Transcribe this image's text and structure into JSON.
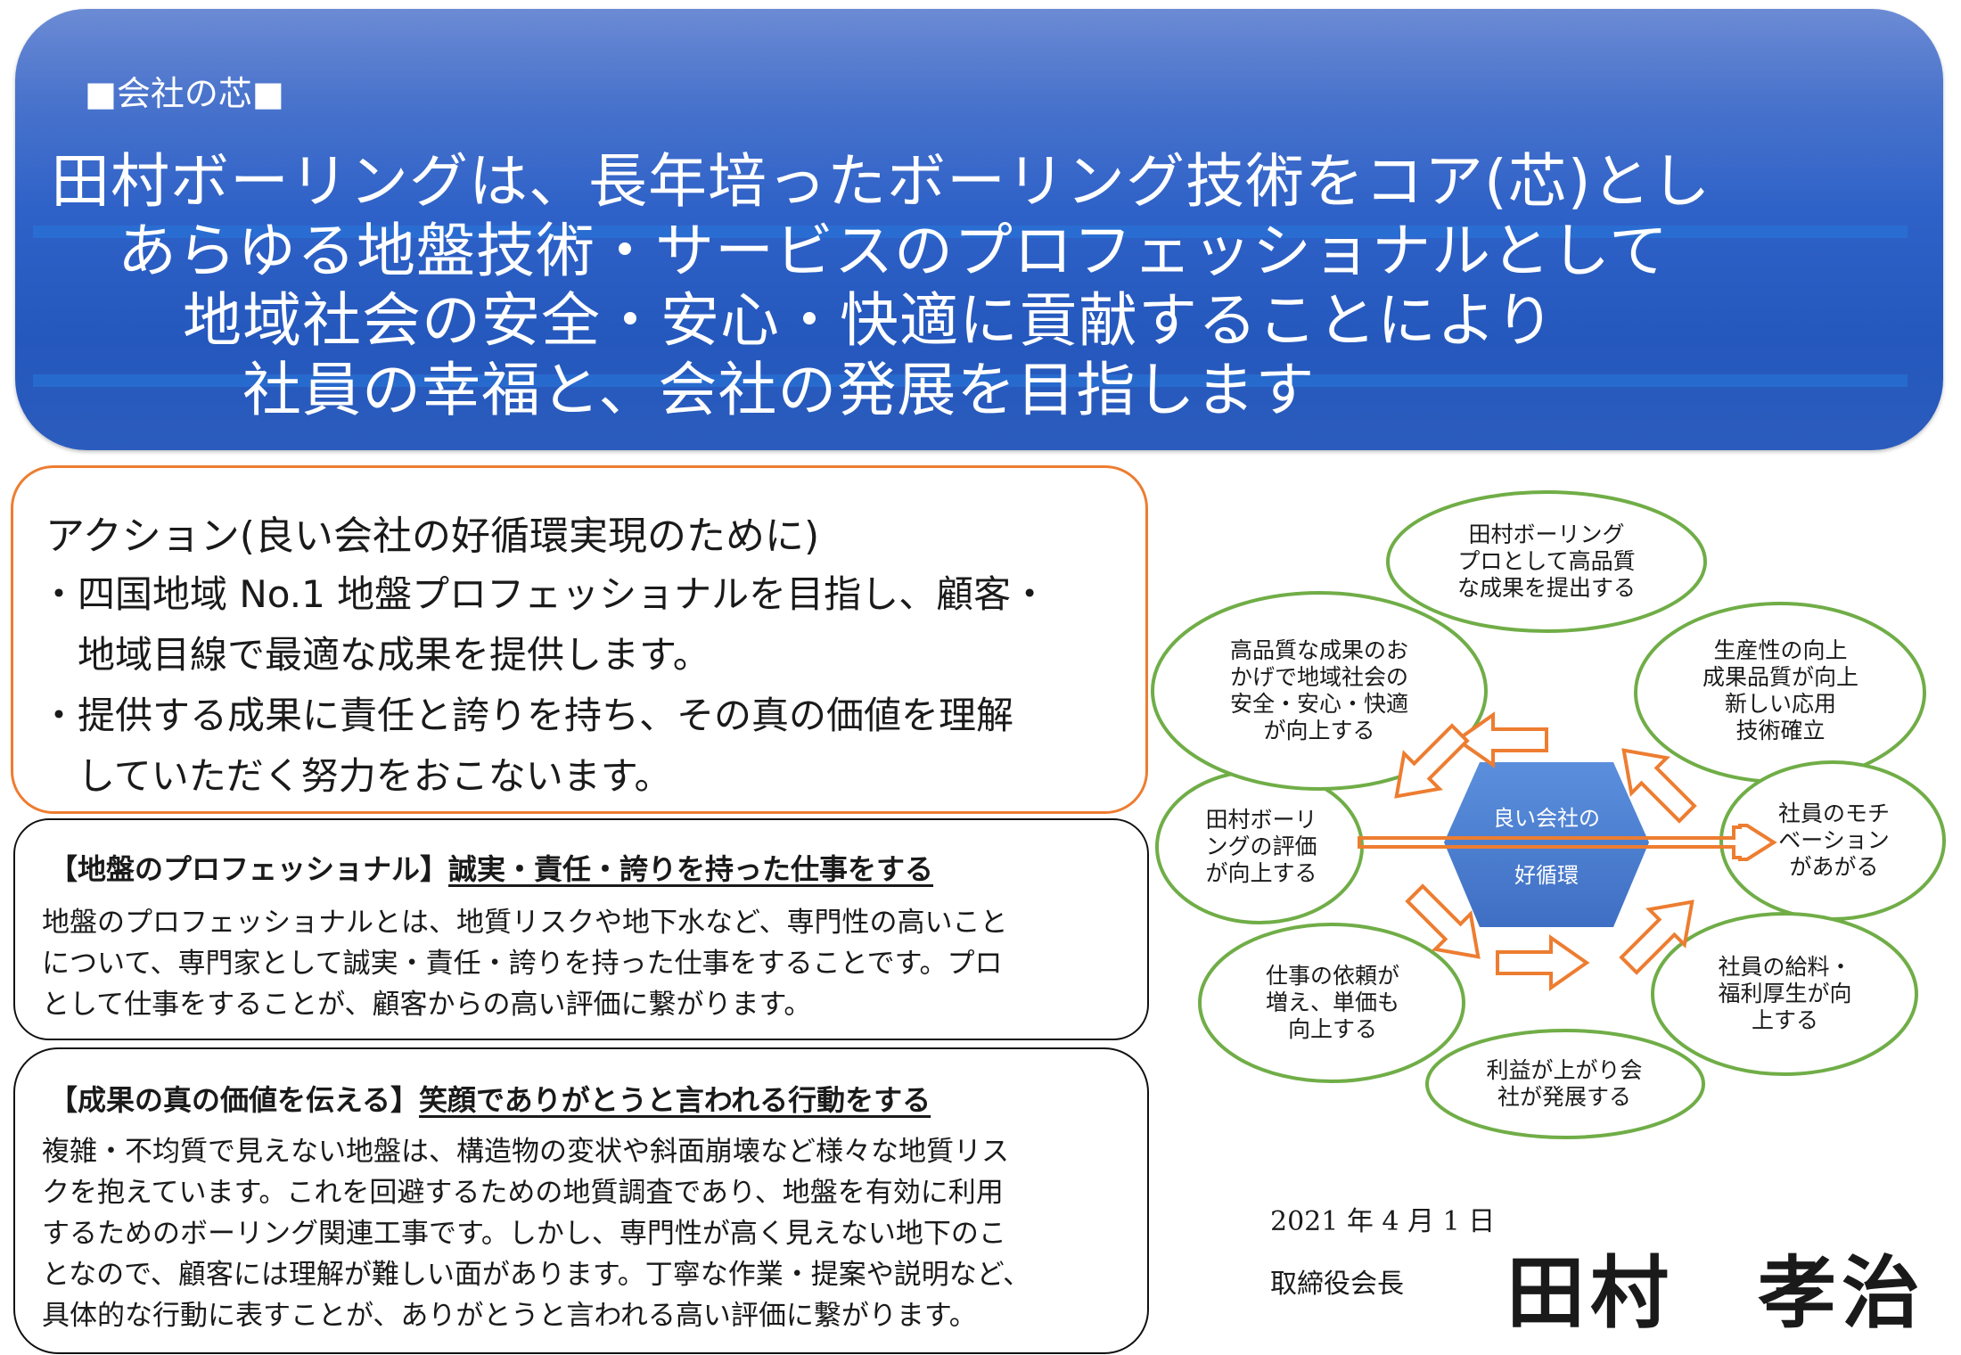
{
  "banner": {
    "label": "■会社の芯■",
    "lines": [
      "田村ボーリングは、長年培ったボーリング技術をコア(芯)とし",
      "あらゆる地盤技術・サービスのプロフェッショナルとして",
      "地域社会の安全・安心・快適に貢献することにより",
      "社員の幸福と、会社の発展を目指します"
    ]
  },
  "action": {
    "title": "アクション(良い会社の好循環実現のために)",
    "items": [
      "・四国地域 No.1 地盤プロフェッショナルを目指し、顧客・",
      "　地域目線で最適な成果を提供します。",
      "・提供する成果に責任と誇りを持ち、その真の価値を理解",
      "　していただく努力をおこないます。"
    ]
  },
  "professional": {
    "heading_prefix": "【地盤のプロフェッショナル】",
    "heading_underlined": "誠実・責任・誇りを持った仕事をする",
    "lines": [
      "地盤のプロフェッショナルとは、地質リスクや地下水など、専門性の高いこと",
      "について、専門家として誠実・責任・誇りを持った仕事をすることです。プロ",
      "として仕事をすることが、顧客からの高い評価に繋がります。"
    ]
  },
  "value": {
    "heading_prefix": "【成果の真の価値を伝える】",
    "heading_underlined": "笑顔でありがとうと言われる行動をする",
    "lines": [
      "複雑・不均質で見えない地盤は、構造物の変状や斜面崩壊など様々な地質リス",
      "クを抱えています。これを回避するための地質調査であり、地盤を有効に利用",
      "するためのボーリング関連工事です。しかし、専門性が高く見えない地下のこ",
      "となので、顧客には理解が難しい面があります。丁寧な作業・提案や説明など、",
      "具体的な行動に表すことが、ありがとうと言われる高い評価に繋がります。"
    ]
  },
  "cycle": {
    "center": [
      "良い会社の",
      "好循環"
    ],
    "nodes": [
      {
        "id": "top",
        "lines": [
          "田村ボーリング",
          "プロとして高品質",
          "な成果を提出する"
        ]
      },
      {
        "id": "upper-right",
        "lines": [
          "生産性の向上",
          "成果品質が向上",
          "新しい応用",
          "技術確立"
        ]
      },
      {
        "id": "right",
        "lines": [
          "社員のモチ",
          "ベーション",
          "があがる"
        ]
      },
      {
        "id": "lower-right",
        "lines": [
          "社員の給料・",
          "福利厚生が向",
          "上する"
        ]
      },
      {
        "id": "bottom",
        "lines": [
          "利益が上がり会",
          "社が発展する"
        ]
      },
      {
        "id": "lower-left",
        "lines": [
          "仕事の依頼が",
          "増え、単価も",
          "向上する"
        ]
      },
      {
        "id": "left",
        "lines": [
          "田村ボーリ",
          "ングの評価",
          "が向上する"
        ]
      },
      {
        "id": "upper-left",
        "lines": [
          "高品質な成果のお",
          "かげで地域社会の",
          "安全・安心・快適",
          "が向上する"
        ]
      }
    ],
    "colors": {
      "ellipse": "#70ad47",
      "arrow": "#ed7d31",
      "hex": "#4a7fd0"
    }
  },
  "signature": {
    "date": "2021 年 4 月 1 日",
    "role": "取締役会長",
    "name": "田村　孝治"
  }
}
